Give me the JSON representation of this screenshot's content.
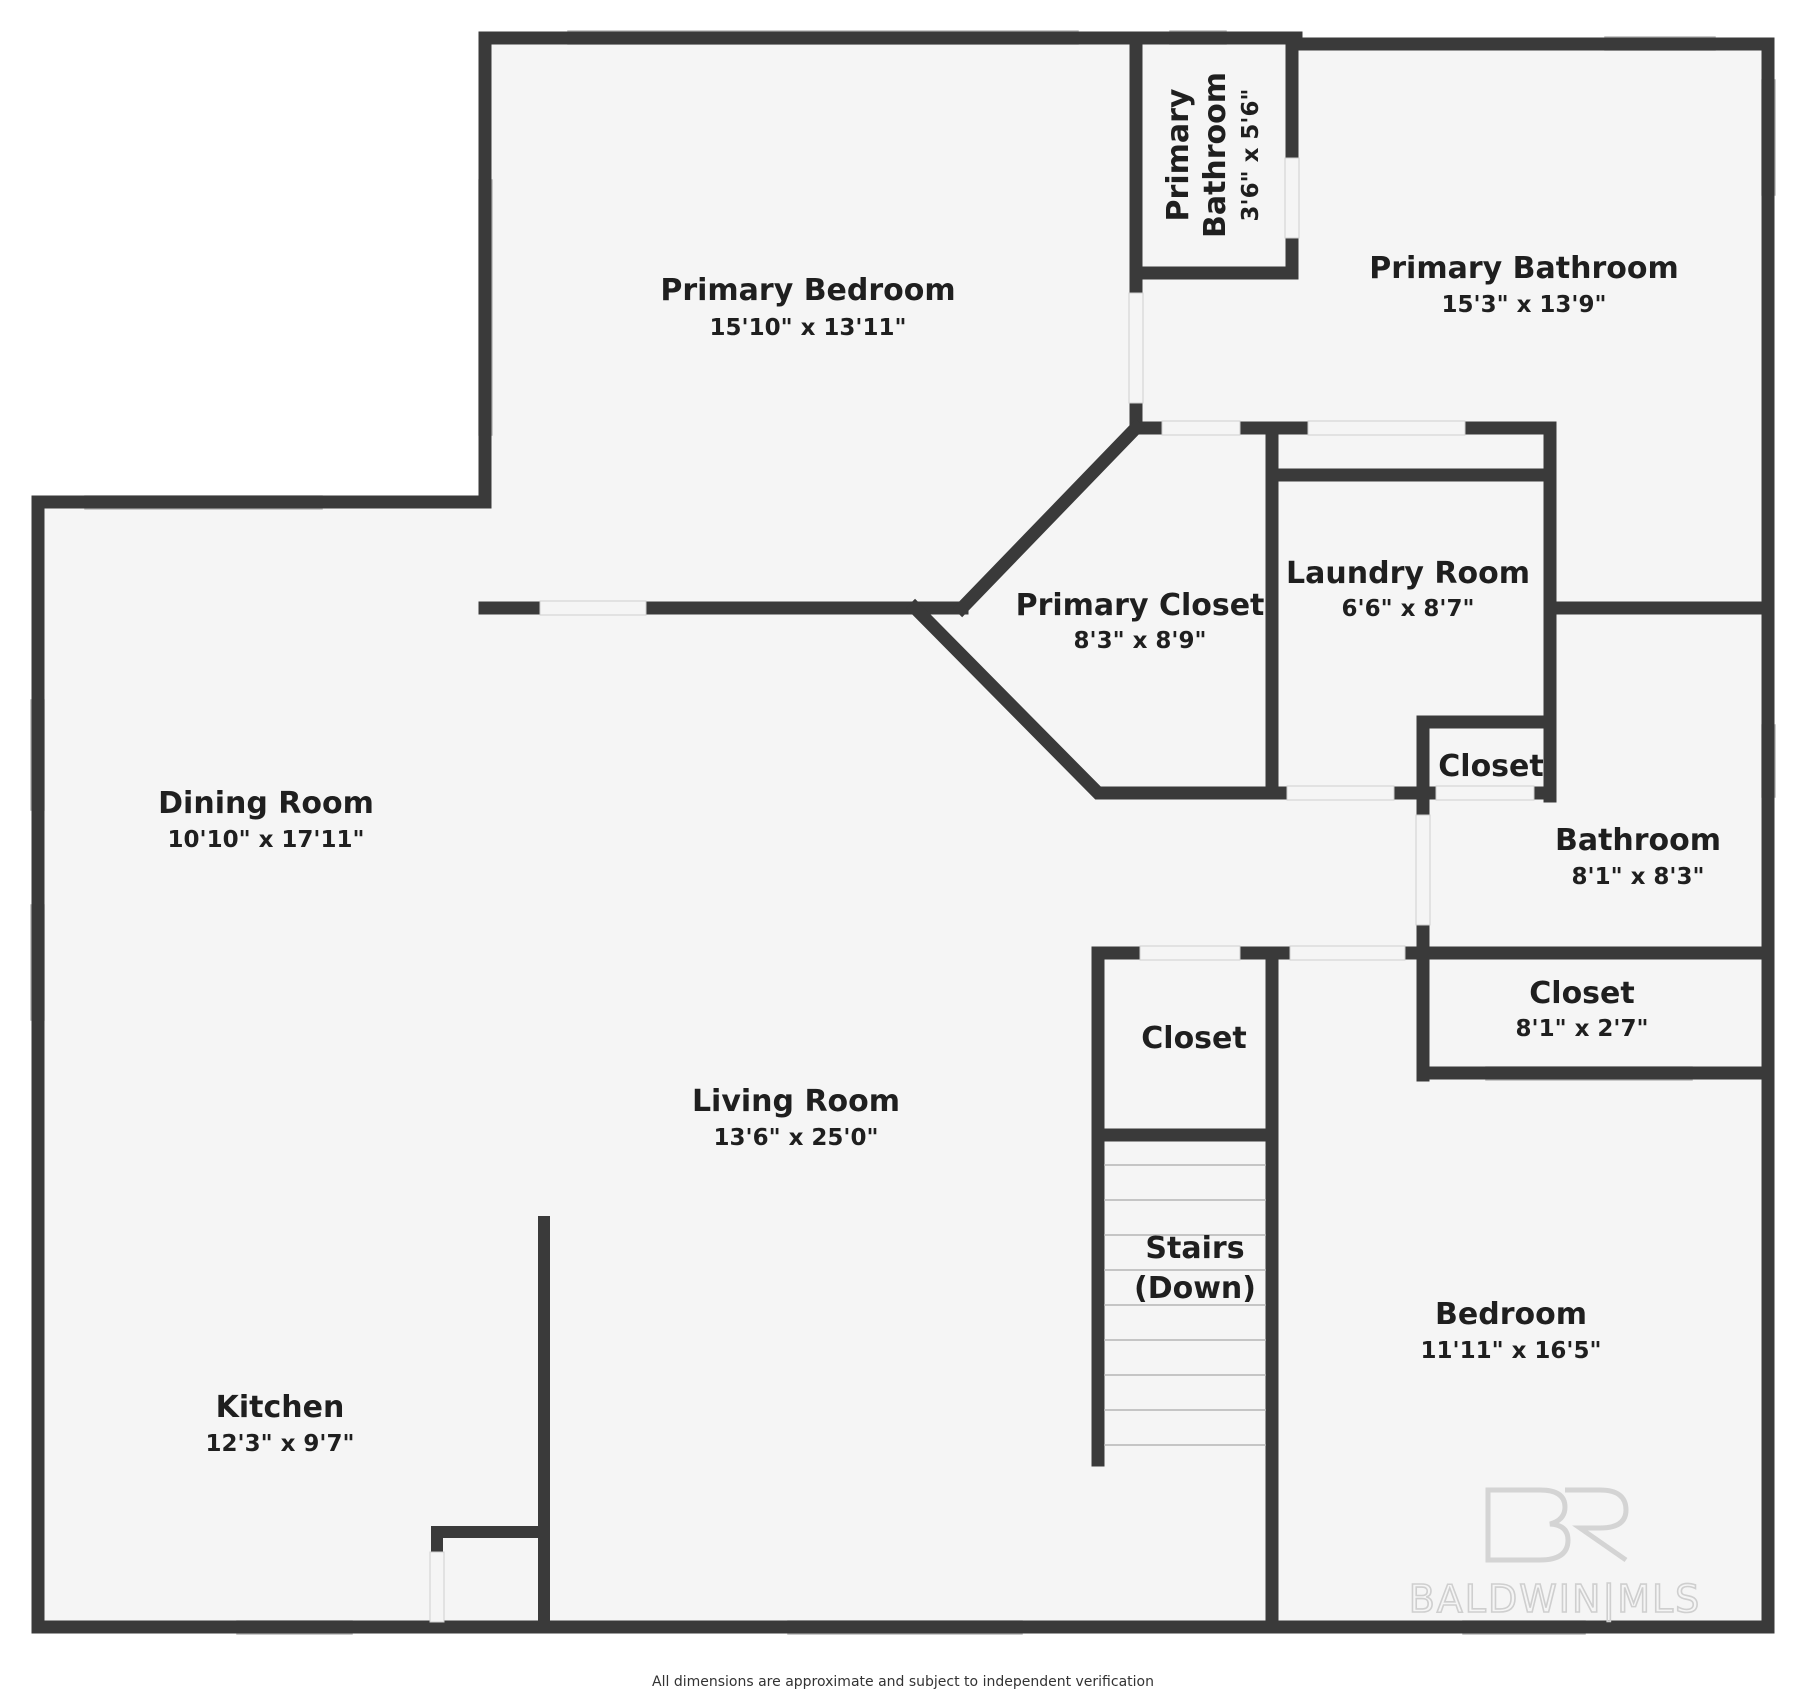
{
  "rooms": {
    "primary_bedroom": {
      "name": "Primary Bedroom",
      "dims": "15'10\" x 13'11\""
    },
    "primary_bathroom_small": {
      "name_line1": "Primary",
      "name_line2": "Bathroom",
      "dims": "3'6\" x 5'6\""
    },
    "primary_bathroom": {
      "name": "Primary Bathroom",
      "dims": "15'3\" x 13'9\""
    },
    "primary_closet": {
      "name": "Primary Closet",
      "dims": "8'3\" x 8'9\""
    },
    "laundry_room": {
      "name": "Laundry Room",
      "dims": "6'6\" x 8'7\""
    },
    "laundry_closet": {
      "name": "Closet"
    },
    "dining_room": {
      "name": "Dining Room",
      "dims": "10'10\" x 17'11\""
    },
    "bathroom": {
      "name": "Bathroom",
      "dims": "8'1\" x 8'3\""
    },
    "closet_right": {
      "name": "Closet",
      "dims": "8'1\" x 2'7\""
    },
    "closet_hall": {
      "name": "Closet"
    },
    "living_room": {
      "name": "Living Room",
      "dims": "13'6\" x 25'0\""
    },
    "stairs": {
      "name_line1": "Stairs",
      "name_line2": "(Down)"
    },
    "bedroom": {
      "name": "Bedroom",
      "dims": "11'11\" x 16'5\""
    },
    "kitchen": {
      "name": "Kitchen",
      "dims": "12'3\" x 9'7\""
    }
  },
  "watermark": {
    "text": "BALDWIN|MLS"
  },
  "footer": {
    "disclaimer": "All dimensions are approximate and subject to independent verification"
  }
}
